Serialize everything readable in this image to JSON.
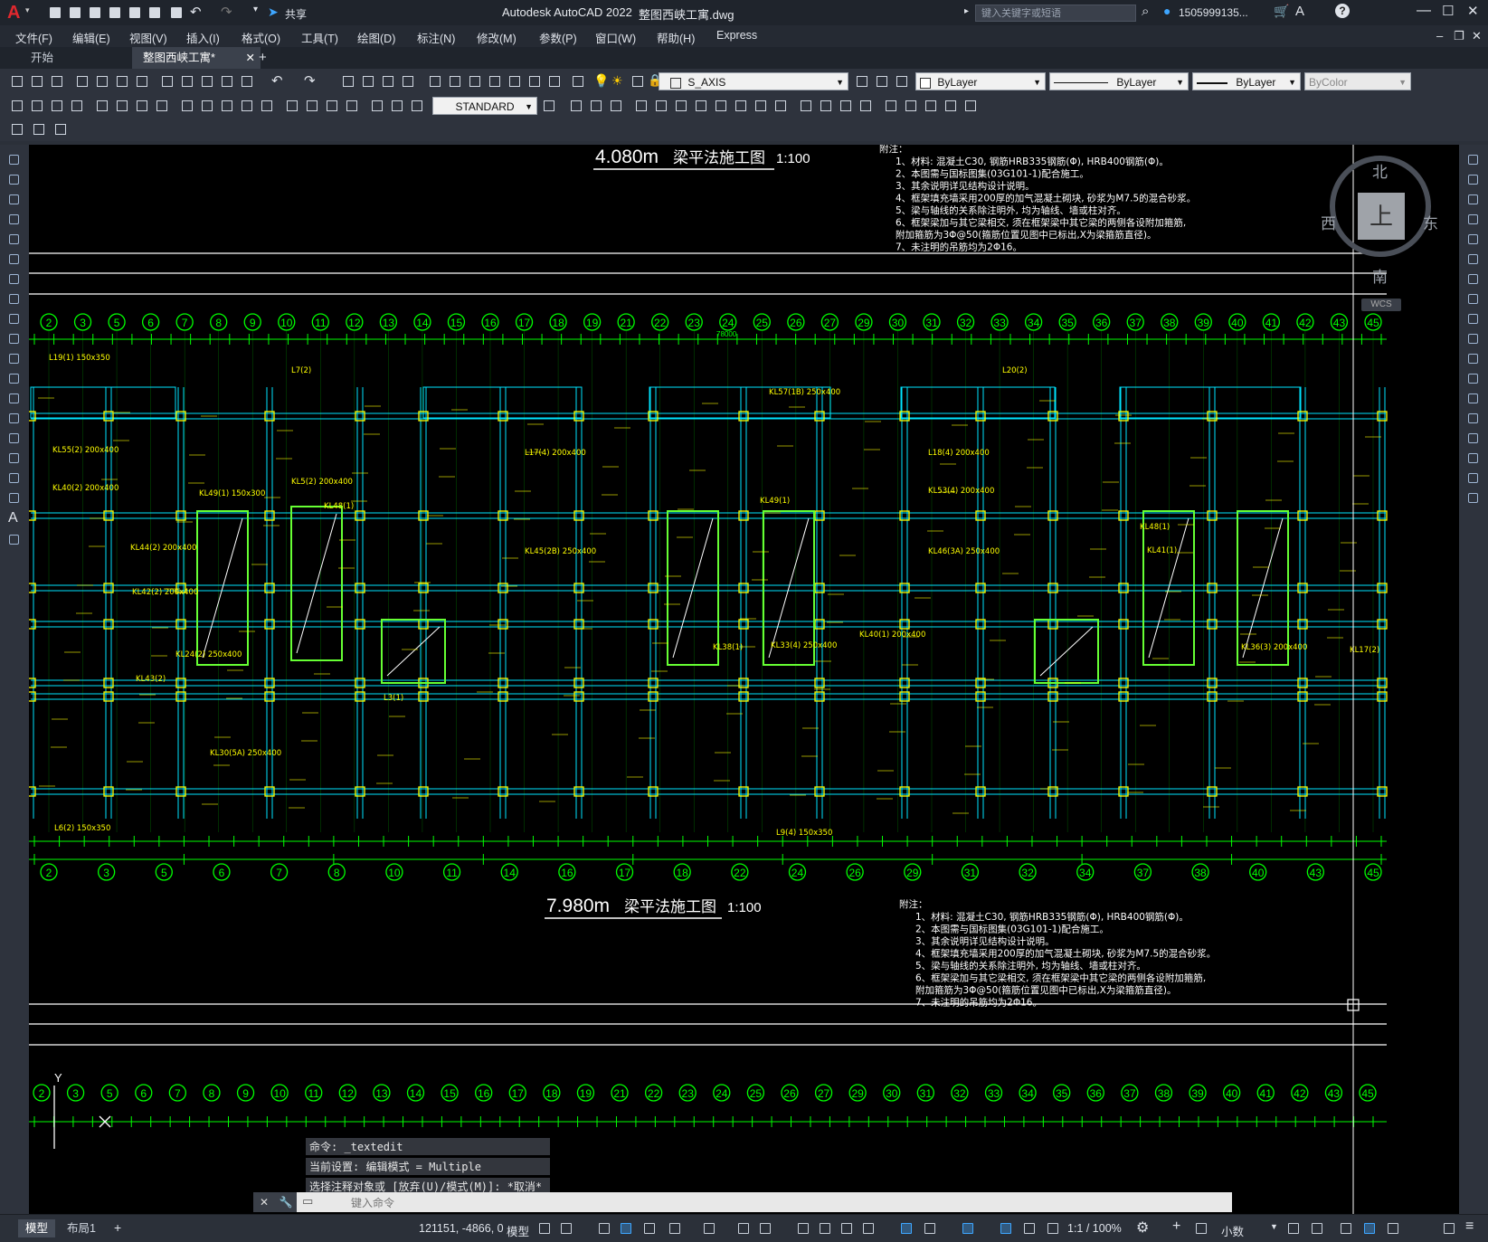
{
  "app": {
    "logo": "A",
    "title": "Autodesk AutoCAD 2022",
    "filename": "整图西峡工寓.dwg",
    "share_label": "共享",
    "search_placeholder": "键入关键字或短语",
    "user": "1505999135...",
    "help": "?"
  },
  "menubar": {
    "items": [
      "文件(F)",
      "编辑(E)",
      "视图(V)",
      "插入(I)",
      "格式(O)",
      "工具(T)",
      "绘图(D)",
      "标注(N)",
      "修改(M)",
      "参数(P)",
      "窗口(W)",
      "帮助(H)",
      "Express"
    ]
  },
  "tabs": {
    "items": [
      {
        "label": "开始"
      },
      {
        "label": "整图西峡工寓*"
      }
    ],
    "add": "+",
    "close": "✕"
  },
  "toolbar": {
    "layer": "S_AXIS",
    "color": "ByLayer",
    "linetype": "ByLayer",
    "lineweight": "ByLayer",
    "plotstyle": "ByColor",
    "dimstyle": "STANDARD"
  },
  "viewcube": {
    "north": "北",
    "south": "南",
    "east": "东",
    "west": "西",
    "face": "上",
    "wcs": "WCS"
  },
  "drawing": {
    "title1": "4.080m",
    "title1_suffix": "梁平法施工图",
    "scale1": "1:100",
    "title2": "7.980m",
    "title2_suffix": "梁平法施工图",
    "scale2": "1:100",
    "notes_heading": "附注：",
    "notes": [
      "1、材料: 混凝土C30, 钢筋HRB335钢筋(Φ), HRB400钢筋(Φ)。",
      "2、本图需与国标图集(03G101-1)配合施工。",
      "3、其余说明详见结构设计说明。",
      "4、框架填充墙采用200厚的加气混凝土砌块, 砂浆为M7.5的混合砂浆。",
      "5、梁与轴线的关系除注明外, 均为轴线、墙或柱对齐。",
      "6、框架梁加与其它梁相交, 须在框架梁中其它梁的两侧各设附加箍筋,",
      "附加箍筋为3Φ@50(箍筋位置见图中已标出,X为梁箍筋直径)。",
      "7、未注明的吊筋均为2Φ16。"
    ],
    "axis_top": [
      "2",
      "3",
      "5",
      "6",
      "7",
      "8",
      "9",
      "10",
      "11",
      "12",
      "13",
      "14",
      "15",
      "16",
      "17",
      "18",
      "19",
      "21",
      "22",
      "23",
      "24",
      "25",
      "26",
      "27",
      "29",
      "30",
      "31",
      "32",
      "33",
      "34",
      "35",
      "36",
      "37",
      "38",
      "39",
      "40",
      "41",
      "42",
      "43",
      "45"
    ],
    "axis_bottom": [
      "2",
      "3",
      "5",
      "6",
      "7",
      "8",
      "10",
      "11",
      "14",
      "16",
      "17",
      "18",
      "22",
      "24",
      "26",
      "29",
      "31",
      "32",
      "34",
      "37",
      "38",
      "40",
      "43",
      "45"
    ],
    "total_dim": "78000",
    "beam_labels": [
      "L19(1) 150x350",
      "KL55(2) 200x400",
      "KL40(2) 200x400",
      "KL44(2) 200x400",
      "KL42(2) 200x400",
      "KL24(2) 250x400",
      "KL30(5A) 250x400",
      "KL49(1) 150x300",
      "KL5(2) 200x400",
      "KL48(1)",
      "KL43(2)",
      "L17(4) 200x400",
      "KL45(2B) 250x400",
      "KL57(1B) 250x400",
      "KL49(1)",
      "KL33(4) 250x400",
      "KL38(1)",
      "KL40(1) 200x400",
      "L18(4) 200x400",
      "KL53(4) 200x400",
      "KL46(3A) 250x400",
      "KL48(1)",
      "KL41(1)",
      "KL36(3) 200x400",
      "KL17(2)",
      "L7(2)",
      "L20(2)",
      "L6(2) 150x350",
      "L9(4) 150x350",
      "L3(1)"
    ],
    "ucs_y": "Y"
  },
  "command": {
    "history": [
      "命令: _textedit",
      "当前设置: 编辑模式 = Multiple",
      "选择注释对象或 [放弃(U)/模式(M)]: *取消*"
    ],
    "placeholder": "键入命令"
  },
  "status": {
    "tab_model": "模型",
    "tab_layout": "布局1",
    "add": "+",
    "coords": "121151, -4866, 0",
    "model": "模型",
    "scale": "1:1 / 100%",
    "units": "小数"
  },
  "colors": {
    "canvas": "#000000",
    "axis": "#00ff00",
    "beam": "#00e5ff",
    "wall": "#66ff33",
    "text": "#ffff00",
    "white": "#ffffff"
  }
}
